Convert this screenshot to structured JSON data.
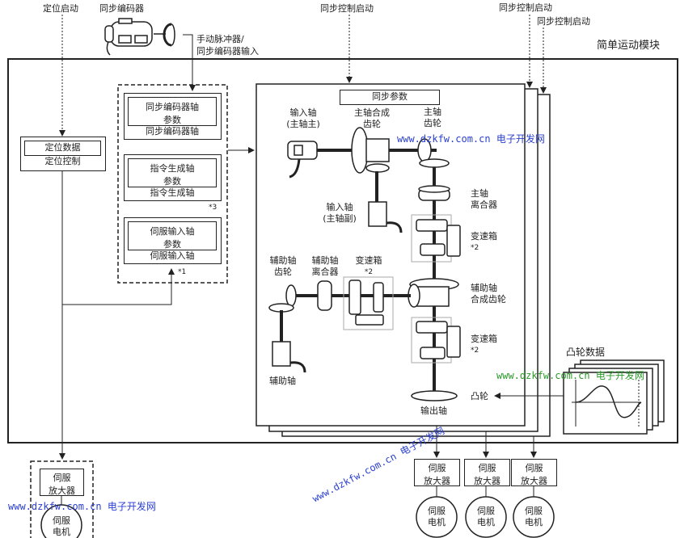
{
  "top_labels": {
    "positioning_start": "定位启动",
    "sync_encoder": "同步编码器",
    "sync_control_start_1": "同步控制启动",
    "sync_control_start_2": "同步控制启动",
    "sync_control_start_3": "同步控制启动",
    "manual_pulse_input": [
      "手动脉冲器/",
      "同步编码器输入"
    ]
  },
  "module_title": "简单运动模块",
  "positioning": {
    "data": "定位数据",
    "control": "定位控制"
  },
  "input_axes": [
    {
      "param": [
        "同步编码器轴",
        "参数"
      ],
      "axis": "同步编码器轴"
    },
    {
      "param": [
        "指令生成轴",
        "参数"
      ],
      "axis": "指令生成轴"
    },
    {
      "param": [
        "伺服输入轴",
        "参数"
      ],
      "axis": "伺服输入轴"
    }
  ],
  "notes": {
    "n3": "*3",
    "n1": "*1"
  },
  "sync_params": {
    "title": "同步参数",
    "input_axis_main": [
      "输入轴",
      "(主轴主)"
    ],
    "main_composite_gear": [
      "主轴合成",
      "齿轮"
    ],
    "main_gear": [
      "主轴",
      "齿轮"
    ],
    "main_clutch": [
      "主轴",
      "离合器"
    ],
    "input_axis_sub": [
      "输入轴",
      "(主轴副)"
    ],
    "speed_change_1": [
      "变速箱",
      "*2"
    ],
    "aux_gear": [
      "辅助轴",
      "齿轮"
    ],
    "aux_clutch": [
      "辅助轴",
      "离合器"
    ],
    "speed_change_aux": [
      "变速箱",
      "*2"
    ],
    "aux_composite_gear": [
      "辅助轴",
      "合成齿轮"
    ],
    "speed_change_2": [
      "变速箱",
      "*2"
    ],
    "aux_axis": "辅助轴",
    "cam": "凸轮",
    "output_axis": "输出轴"
  },
  "cam_data": "凸轮数据",
  "servo": {
    "amp": [
      "伺服",
      "放大器"
    ],
    "motor": [
      "伺服",
      "电机"
    ]
  },
  "watermark": "www.dzkfw.com.cn 电子开发网",
  "colors": {
    "watermark_blue": "#2a3fd0",
    "watermark_green": "#2a9a2a",
    "line": "#222222"
  }
}
